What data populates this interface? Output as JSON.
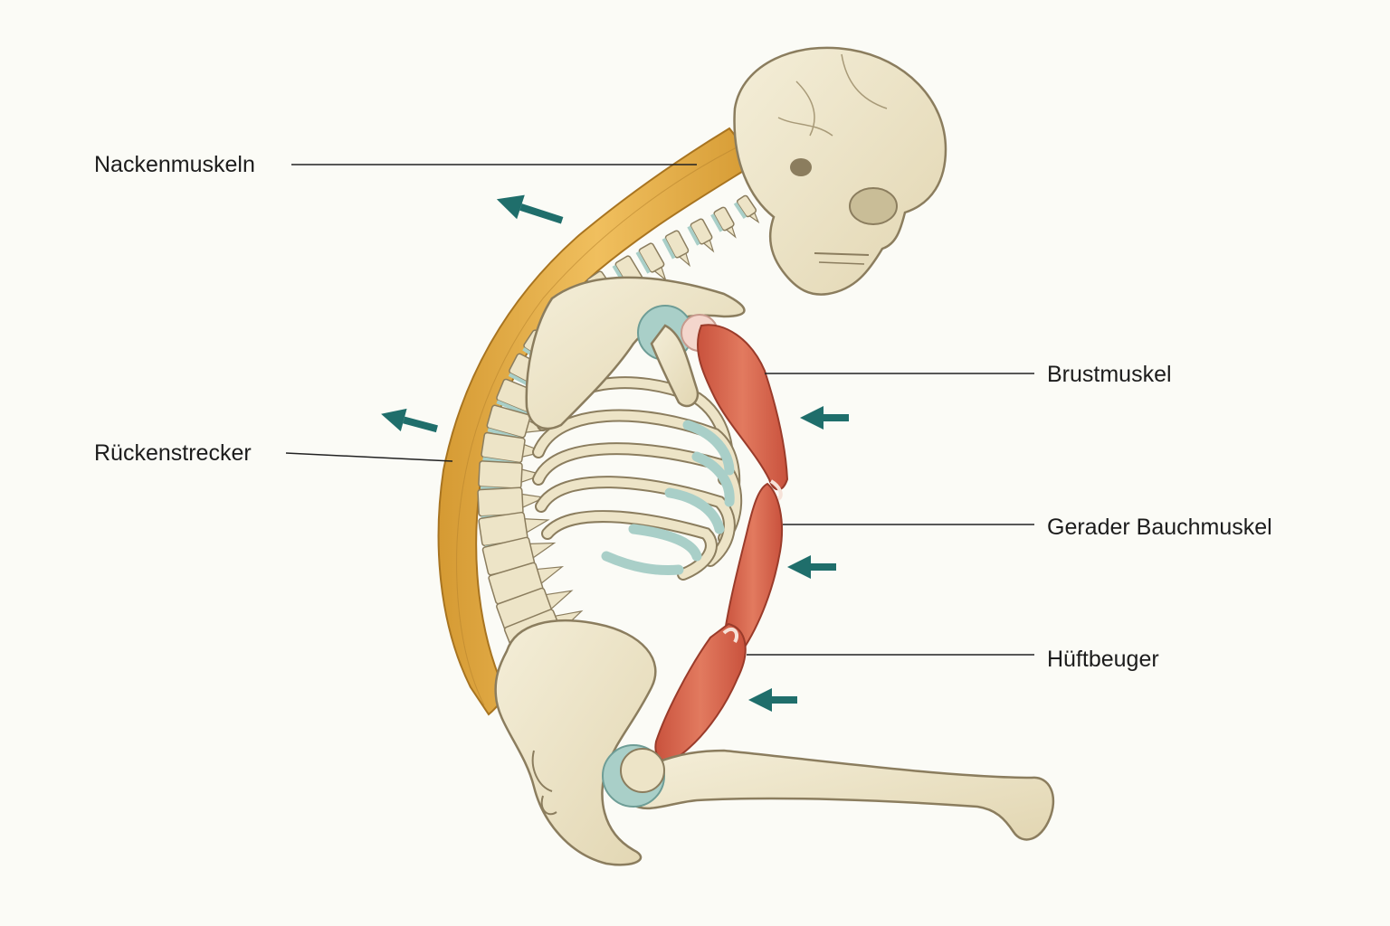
{
  "labels": {
    "neck": "Nackenmuskeln",
    "back": "Rückenstrecker",
    "chest": "Brustmuskel",
    "abs": "Gerader Bauchmuskel",
    "hip": "Hüftbeuger"
  },
  "colors": {
    "background": "#fbfbf6",
    "bone": "#ede4c7",
    "bone_outline": "#8b7d5e",
    "cartilage": "#a9cfc8",
    "back_muscle": "#e3a93f",
    "front_muscle": "#d9664d",
    "arrow": "#1f6e6b",
    "leader_line": "#222222"
  }
}
